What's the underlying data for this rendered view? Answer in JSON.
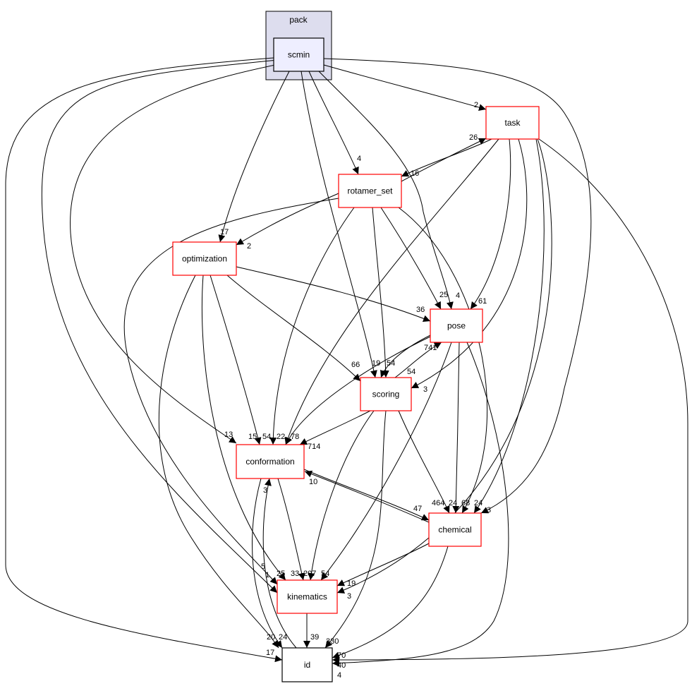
{
  "cluster": {
    "label": "pack",
    "fill": "#ddddee"
  },
  "nodes": [
    {
      "id": "scmin",
      "label": "scmin",
      "border": "#000000",
      "fill": "#eeeeff"
    },
    {
      "id": "task",
      "label": "task",
      "border": "#ff0000"
    },
    {
      "id": "rotamer_set",
      "label": "rotamer_set",
      "border": "#ff0000"
    },
    {
      "id": "optimization",
      "label": "optimization",
      "border": "#ff0000"
    },
    {
      "id": "pose",
      "label": "pose",
      "border": "#ff0000"
    },
    {
      "id": "scoring",
      "label": "scoring",
      "border": "#ff0000"
    },
    {
      "id": "conformation",
      "label": "conformation",
      "border": "#ff0000"
    },
    {
      "id": "chemical",
      "label": "chemical",
      "border": "#ff0000"
    },
    {
      "id": "kinematics",
      "label": "kinematics",
      "border": "#ff0000"
    },
    {
      "id": "id",
      "label": "id",
      "border": "#000000"
    }
  ],
  "edges": [
    {
      "from": "scmin",
      "to": "task",
      "label": "2"
    },
    {
      "from": "scmin",
      "to": "rotamer_set",
      "label": "4"
    },
    {
      "from": "scmin",
      "to": "optimization",
      "label": "17"
    },
    {
      "from": "scmin",
      "to": "pose",
      "label": "4"
    },
    {
      "from": "scmin",
      "to": "scoring",
      "label": "19"
    },
    {
      "from": "scmin",
      "to": "conformation",
      "label": "13"
    },
    {
      "from": "scmin",
      "to": "kinematics",
      "label": "1"
    },
    {
      "from": "scmin",
      "to": "id",
      "label": "17"
    },
    {
      "from": "scmin",
      "to": "chemical",
      "label": "3"
    },
    {
      "from": "task",
      "to": "rotamer_set",
      "label": "16"
    },
    {
      "from": "rotamer_set",
      "to": "task",
      "label": "26"
    },
    {
      "from": "task",
      "to": "pose",
      "label": "61"
    },
    {
      "from": "task",
      "to": "scoring",
      "label": "3"
    },
    {
      "from": "task",
      "to": "conformation",
      "label": "22"
    },
    {
      "from": "task",
      "to": "chemical",
      "label": "24"
    },
    {
      "from": "task",
      "to": "kinematics",
      "label": "3"
    },
    {
      "from": "task",
      "to": "id",
      "label": "40"
    },
    {
      "from": "rotamer_set",
      "to": "optimization",
      "label": "2"
    },
    {
      "from": "rotamer_set",
      "to": "pose",
      "label": "25"
    },
    {
      "from": "rotamer_set",
      "to": "scoring",
      "label": "54"
    },
    {
      "from": "rotamer_set",
      "to": "conformation",
      "label": "54"
    },
    {
      "from": "rotamer_set",
      "to": "kinematics",
      "label": "5"
    },
    {
      "from": "rotamer_set",
      "to": "chemical",
      "label": "24"
    },
    {
      "from": "optimization",
      "to": "pose",
      "label": "36"
    },
    {
      "from": "optimization",
      "to": "scoring",
      "label": "66"
    },
    {
      "from": "optimization",
      "to": "conformation",
      "label": "15"
    },
    {
      "from": "optimization",
      "to": "kinematics",
      "label": "25"
    },
    {
      "from": "optimization",
      "to": "id",
      "label": "20"
    },
    {
      "from": "pose",
      "to": "scoring",
      "label": "54"
    },
    {
      "from": "scoring",
      "to": "pose",
      "label": "741"
    },
    {
      "from": "pose",
      "to": "conformation",
      "label": "78"
    },
    {
      "from": "pose",
      "to": "kinematics",
      "label": "54"
    },
    {
      "from": "pose",
      "to": "chemical",
      "label": "68"
    },
    {
      "from": "pose",
      "to": "id",
      "label": "70"
    },
    {
      "from": "scoring",
      "to": "conformation",
      "label": "714"
    },
    {
      "from": "scoring",
      "to": "kinematics",
      "label": "207"
    },
    {
      "from": "scoring",
      "to": "chemical",
      "label": "464"
    },
    {
      "from": "scoring",
      "to": "id",
      "label": "330"
    },
    {
      "from": "conformation",
      "to": "kinematics",
      "label": "33"
    },
    {
      "from": "conformation",
      "to": "id",
      "label": "24"
    },
    {
      "from": "conformation",
      "to": "chemical",
      "label": "47"
    },
    {
      "from": "chemical",
      "to": "conformation",
      "label": "10"
    },
    {
      "from": "chemical",
      "to": "kinematics",
      "label": "19"
    },
    {
      "from": "chemical",
      "to": "id",
      "label": "4"
    },
    {
      "from": "kinematics",
      "to": "id",
      "label": "39"
    },
    {
      "from": "id",
      "to": "conformation",
      "label": "3"
    }
  ]
}
